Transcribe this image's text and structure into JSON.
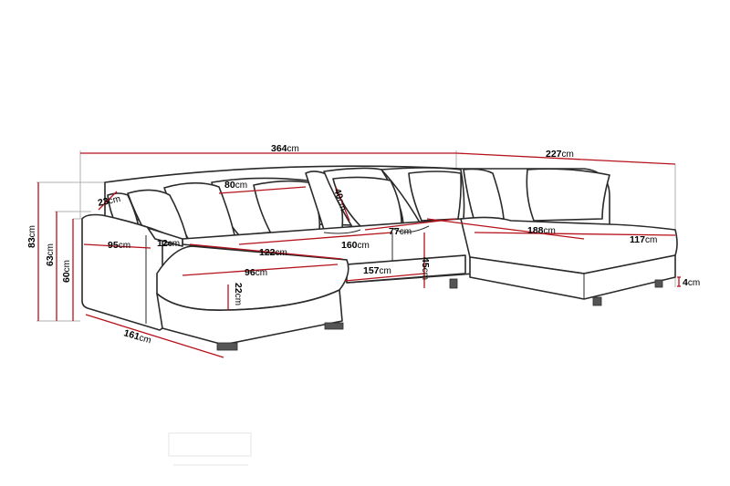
{
  "unit": "cm",
  "dimensions": {
    "total_width": "364",
    "right_depth": "227",
    "total_height": "83",
    "arm_height": "63",
    "seat_height_side": "60",
    "chaise_length": "161",
    "arm_depth": "95",
    "arm_width": "12",
    "back_cushion": "23",
    "back_width": "80",
    "back_height": "40",
    "seat_depth_left": "122",
    "seat_width_mid": "160",
    "seat_depth_mid": "77",
    "seat_right": "188",
    "right_chaise": "117",
    "chaise_seat": "96",
    "cushion_height": "22",
    "front_width": "157",
    "seat_height": "45",
    "leg_height": "4"
  },
  "colors": {
    "dimension_line": "#b5121b",
    "outline": "#2a2a2a"
  }
}
